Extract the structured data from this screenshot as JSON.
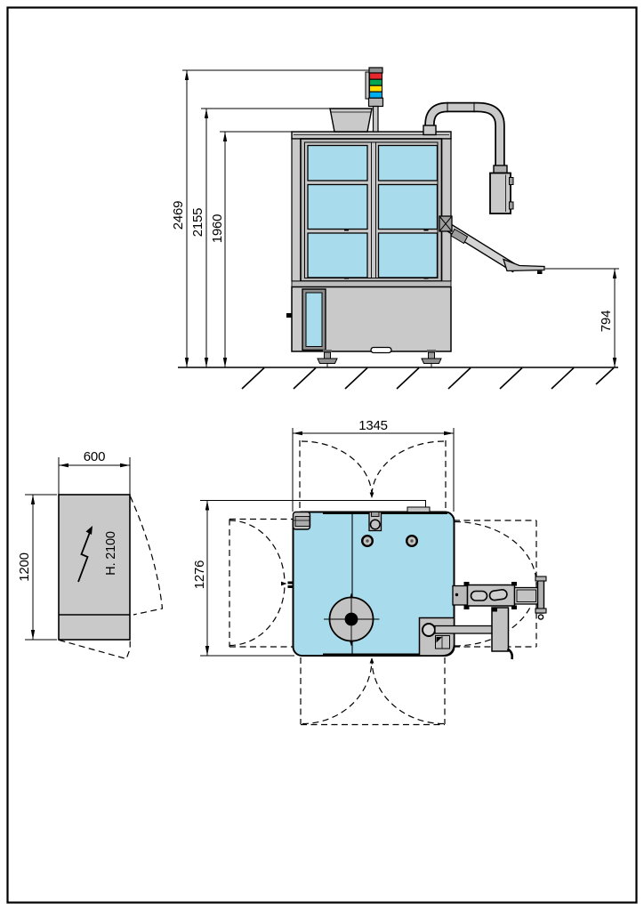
{
  "drawing": {
    "front_view": {
      "dim_total_height": "2469",
      "dim_hopper_height": "2155",
      "dim_cabin_height": "1960",
      "dim_outfeed_height": "794"
    },
    "plan_view": {
      "dim_width": "1345",
      "dim_depth": "1276"
    },
    "electrical_cabinet": {
      "dim_width": "600",
      "dim_depth": "1200",
      "height_label": "H. 2100"
    },
    "colors": {
      "glass_blue": "#a8dcec",
      "panel_gray": "#c9c9c9",
      "beacon_red": "#e8262d",
      "beacon_green": "#00a651",
      "beacon_yellow": "#ffdf00",
      "beacon_blue": "#00aeef"
    }
  }
}
